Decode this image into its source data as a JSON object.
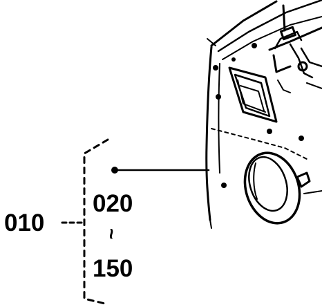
{
  "callouts": {
    "group": "010",
    "range_start": "020",
    "range_separator": "~",
    "range_end": "150"
  },
  "colors": {
    "ink": "#000000",
    "background": "#ffffff"
  }
}
